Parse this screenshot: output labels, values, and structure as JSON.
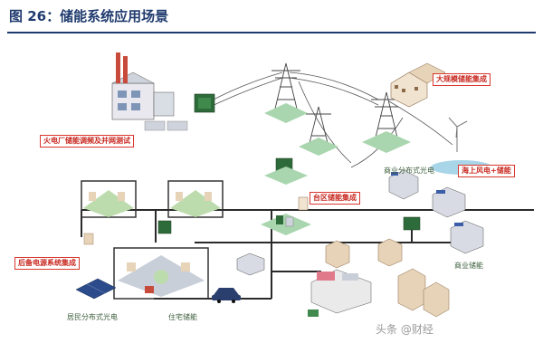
{
  "figure": {
    "title": "图 26：储能系统应用场景"
  },
  "labels": {
    "thermal_plant": "火电厂储能调频及并网测试",
    "large_scale": "大规模储能集成",
    "district": "台区储能集成",
    "commercial_pv": "商业分布式光电",
    "offshore_wind": "海上风电+储能",
    "backup_power": "后备电源系统集成",
    "commercial_storage": "商业储能",
    "residential_pv": "居民分布式光电",
    "residential_storage": "住宅储能"
  },
  "watermark": "头条 @财经"
}
